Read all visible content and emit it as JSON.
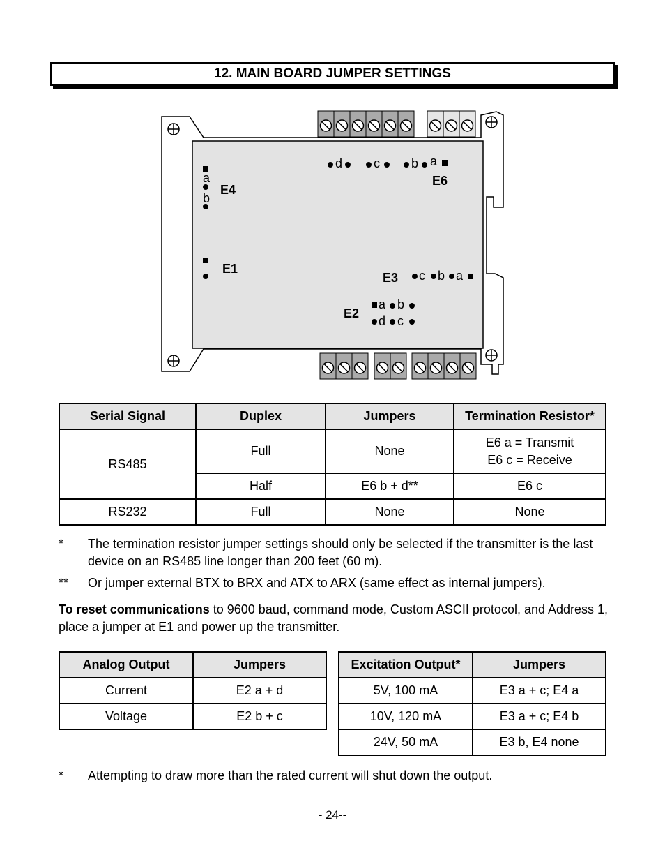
{
  "section_title": "12.  MAIN BOARD JUMPER SETTINGS",
  "diagram": {
    "e4": {
      "name": "E4",
      "a": "a",
      "b": "b"
    },
    "e1": {
      "name": "E1"
    },
    "e6": {
      "name": "E6",
      "d": "d",
      "c": "c",
      "b": "b",
      "a": "a"
    },
    "e3": {
      "name": "E3",
      "c": "c",
      "b": "b",
      "a": "a"
    },
    "e2": {
      "name": "E2",
      "a": "a",
      "b": "b",
      "d": "d",
      "c": "c"
    }
  },
  "serial_table": {
    "headers": [
      "Serial Signal",
      "Duplex",
      "Jumpers",
      "Termination Resistor*"
    ],
    "rs485": {
      "signal": "RS485",
      "full": {
        "duplex": "Full",
        "jumpers": "None",
        "term_line1": "E6 a = Transmit",
        "term_line2": "E6 c = Receive"
      },
      "half": {
        "duplex": "Half",
        "jumpers": "E6 b + d**",
        "term": "E6 c"
      }
    },
    "rs232": {
      "signal": "RS232",
      "duplex": "Full",
      "jumpers": "None",
      "term": "None"
    }
  },
  "notes": {
    "n1_mark": "*",
    "n1": "The termination resistor jumper settings should only be selected if the transmitter is the last device on an RS485 line longer than 200 feet (60 m).",
    "n2_mark": "**",
    "n2": "Or jumper external BTX to BRX and ATX to ARX (same effect as internal jumpers)."
  },
  "reset": {
    "bold": "To reset communications",
    "text": " to 9600 baud, command mode, Custom ASCII protocol, and Address 1, place a jumper at E1 and power up the transmitter."
  },
  "analog_table": {
    "headers": [
      "Analog Output",
      "Jumpers"
    ],
    "rows": [
      [
        "Current",
        "E2 a + d"
      ],
      [
        "Voltage",
        "E2 b + c"
      ]
    ]
  },
  "excitation_table": {
    "headers": [
      "Excitation Output*",
      "Jumpers"
    ],
    "rows": [
      [
        "5V, 100 mA",
        "E3 a + c; E4 a"
      ],
      [
        "10V, 120 mA",
        "E3 a + c; E4 b"
      ],
      [
        "24V, 50 mA",
        "E3 b, E4 none"
      ]
    ]
  },
  "footnote": {
    "mark": "*",
    "text": "Attempting to draw more than the rated current will shut down the output."
  },
  "page_number": "- 24--"
}
